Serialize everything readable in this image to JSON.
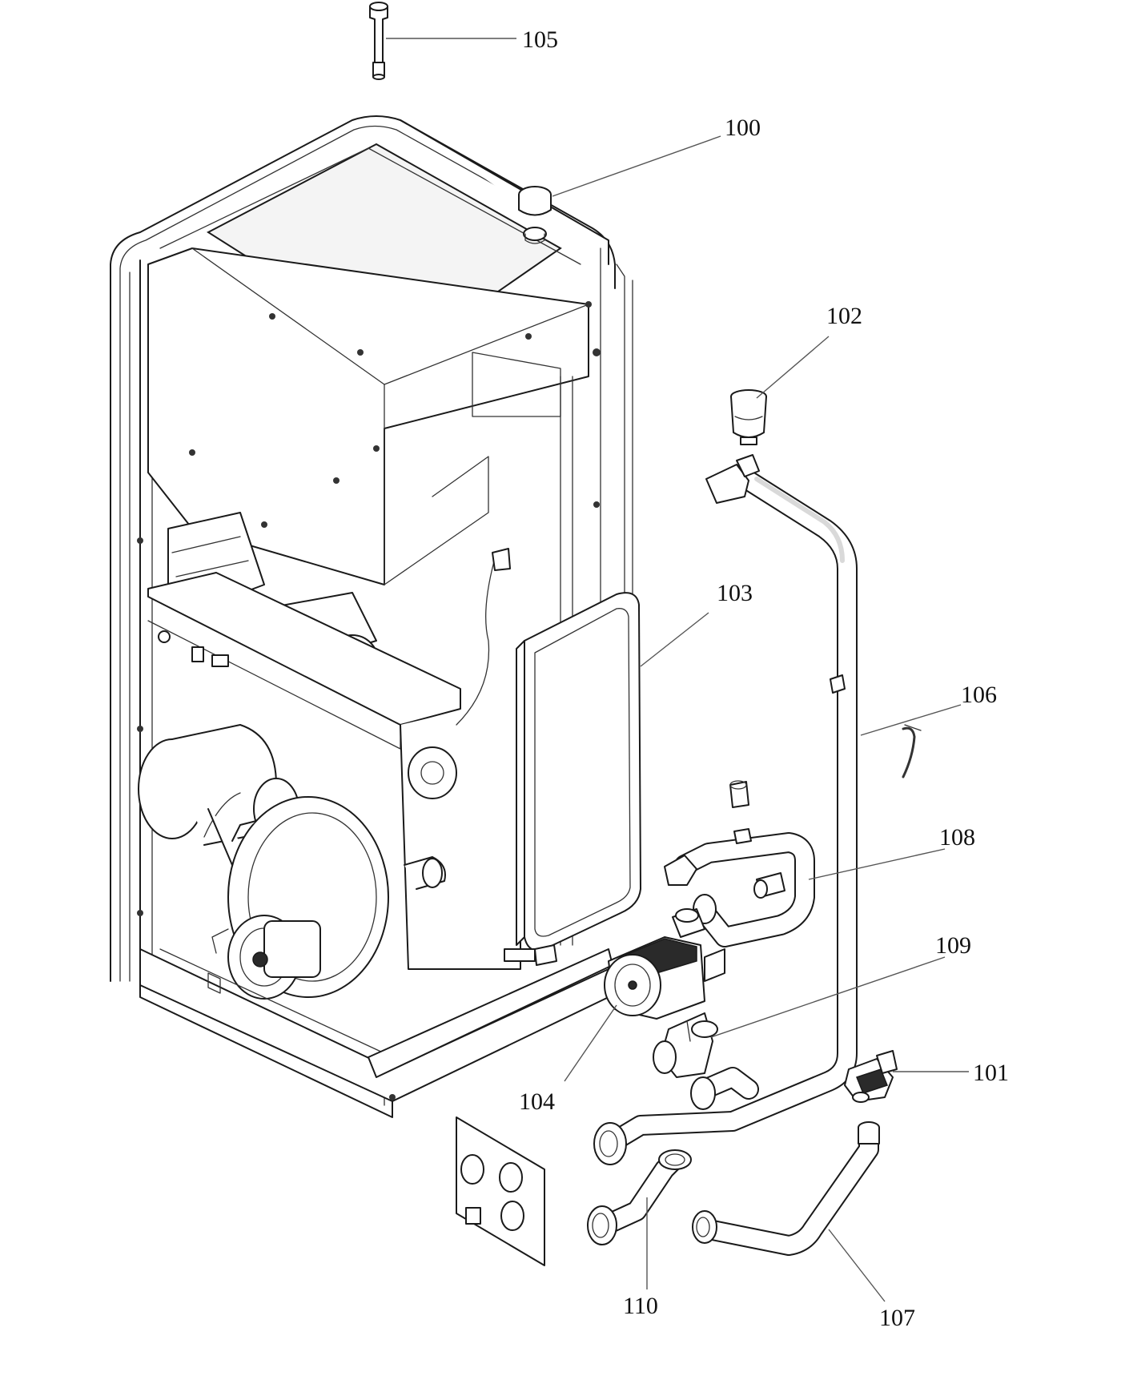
{
  "callouts": [
    {
      "id": "100",
      "label": "100"
    },
    {
      "id": "101",
      "label": "101"
    },
    {
      "id": "102",
      "label": "102"
    },
    {
      "id": "103",
      "label": "103"
    },
    {
      "id": "104",
      "label": "104"
    },
    {
      "id": "105",
      "label": "105"
    },
    {
      "id": "106",
      "label": "106"
    },
    {
      "id": "107",
      "label": "107"
    },
    {
      "id": "108",
      "label": "108"
    },
    {
      "id": "109",
      "label": "109"
    },
    {
      "id": "110",
      "label": "110"
    }
  ],
  "colors": {
    "background": "#ffffff",
    "line": "#1a1a1a",
    "text": "#111111"
  }
}
